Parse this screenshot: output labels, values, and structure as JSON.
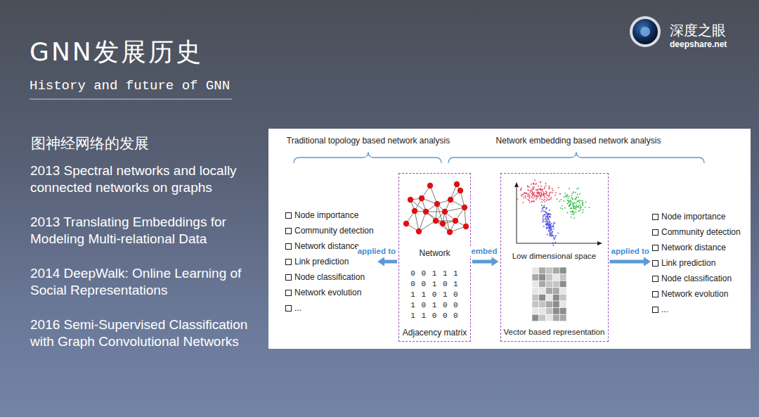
{
  "diagram": {
    "title": "GNN发展历史",
    "nodes": [
      {
        "text": [
          "Node importance",
          "Community detection",
          "Network distance",
          "Link prediction",
          "Node classification",
          "Network evolution",
          "..."
        ]
      },
      {
        "text": [
          "Network",
          "Adjacency matrix"
        ]
      },
      {
        "text": [
          "Low dimensional space",
          "Vector based representation"
        ]
      },
      {
        "text": [
          "Node importance",
          "Community detection",
          "Network distance",
          "Link prediction",
          "Node classification",
          "Network evolution",
          "..."
        ]
      }
    ],
    "edges": [
      {
        "from": 1,
        "to": 0,
        "arrow": "to",
        "label": "applied to"
      },
      {
        "from": 1,
        "to": 2,
        "arrow": "to",
        "label": "embed"
      },
      {
        "from": 2,
        "to": 3,
        "arrow": "to",
        "label": "applied to"
      }
    ],
    "labels": [
      "History and future of GNN",
      "深度之眼",
      "deepshare.net",
      "图神经网络的发展",
      "2013 Spectral networks and locally connected networks on graphs",
      "2013 Translating Embeddings for Modeling Multi-relational Data",
      "2014 DeepWalk: Online Learning of Social Representations",
      "2016 Semi-Supervised Classification with Graph Convolutional Networks",
      "Traditional topology based network analysis",
      "Network embedding based network analysis",
      "0 0 1 1 1",
      "0 0 1 0 1",
      "1 1 0 1 0",
      "1 0 1 0 0",
      "1 1 0 0 0"
    ]
  }
}
